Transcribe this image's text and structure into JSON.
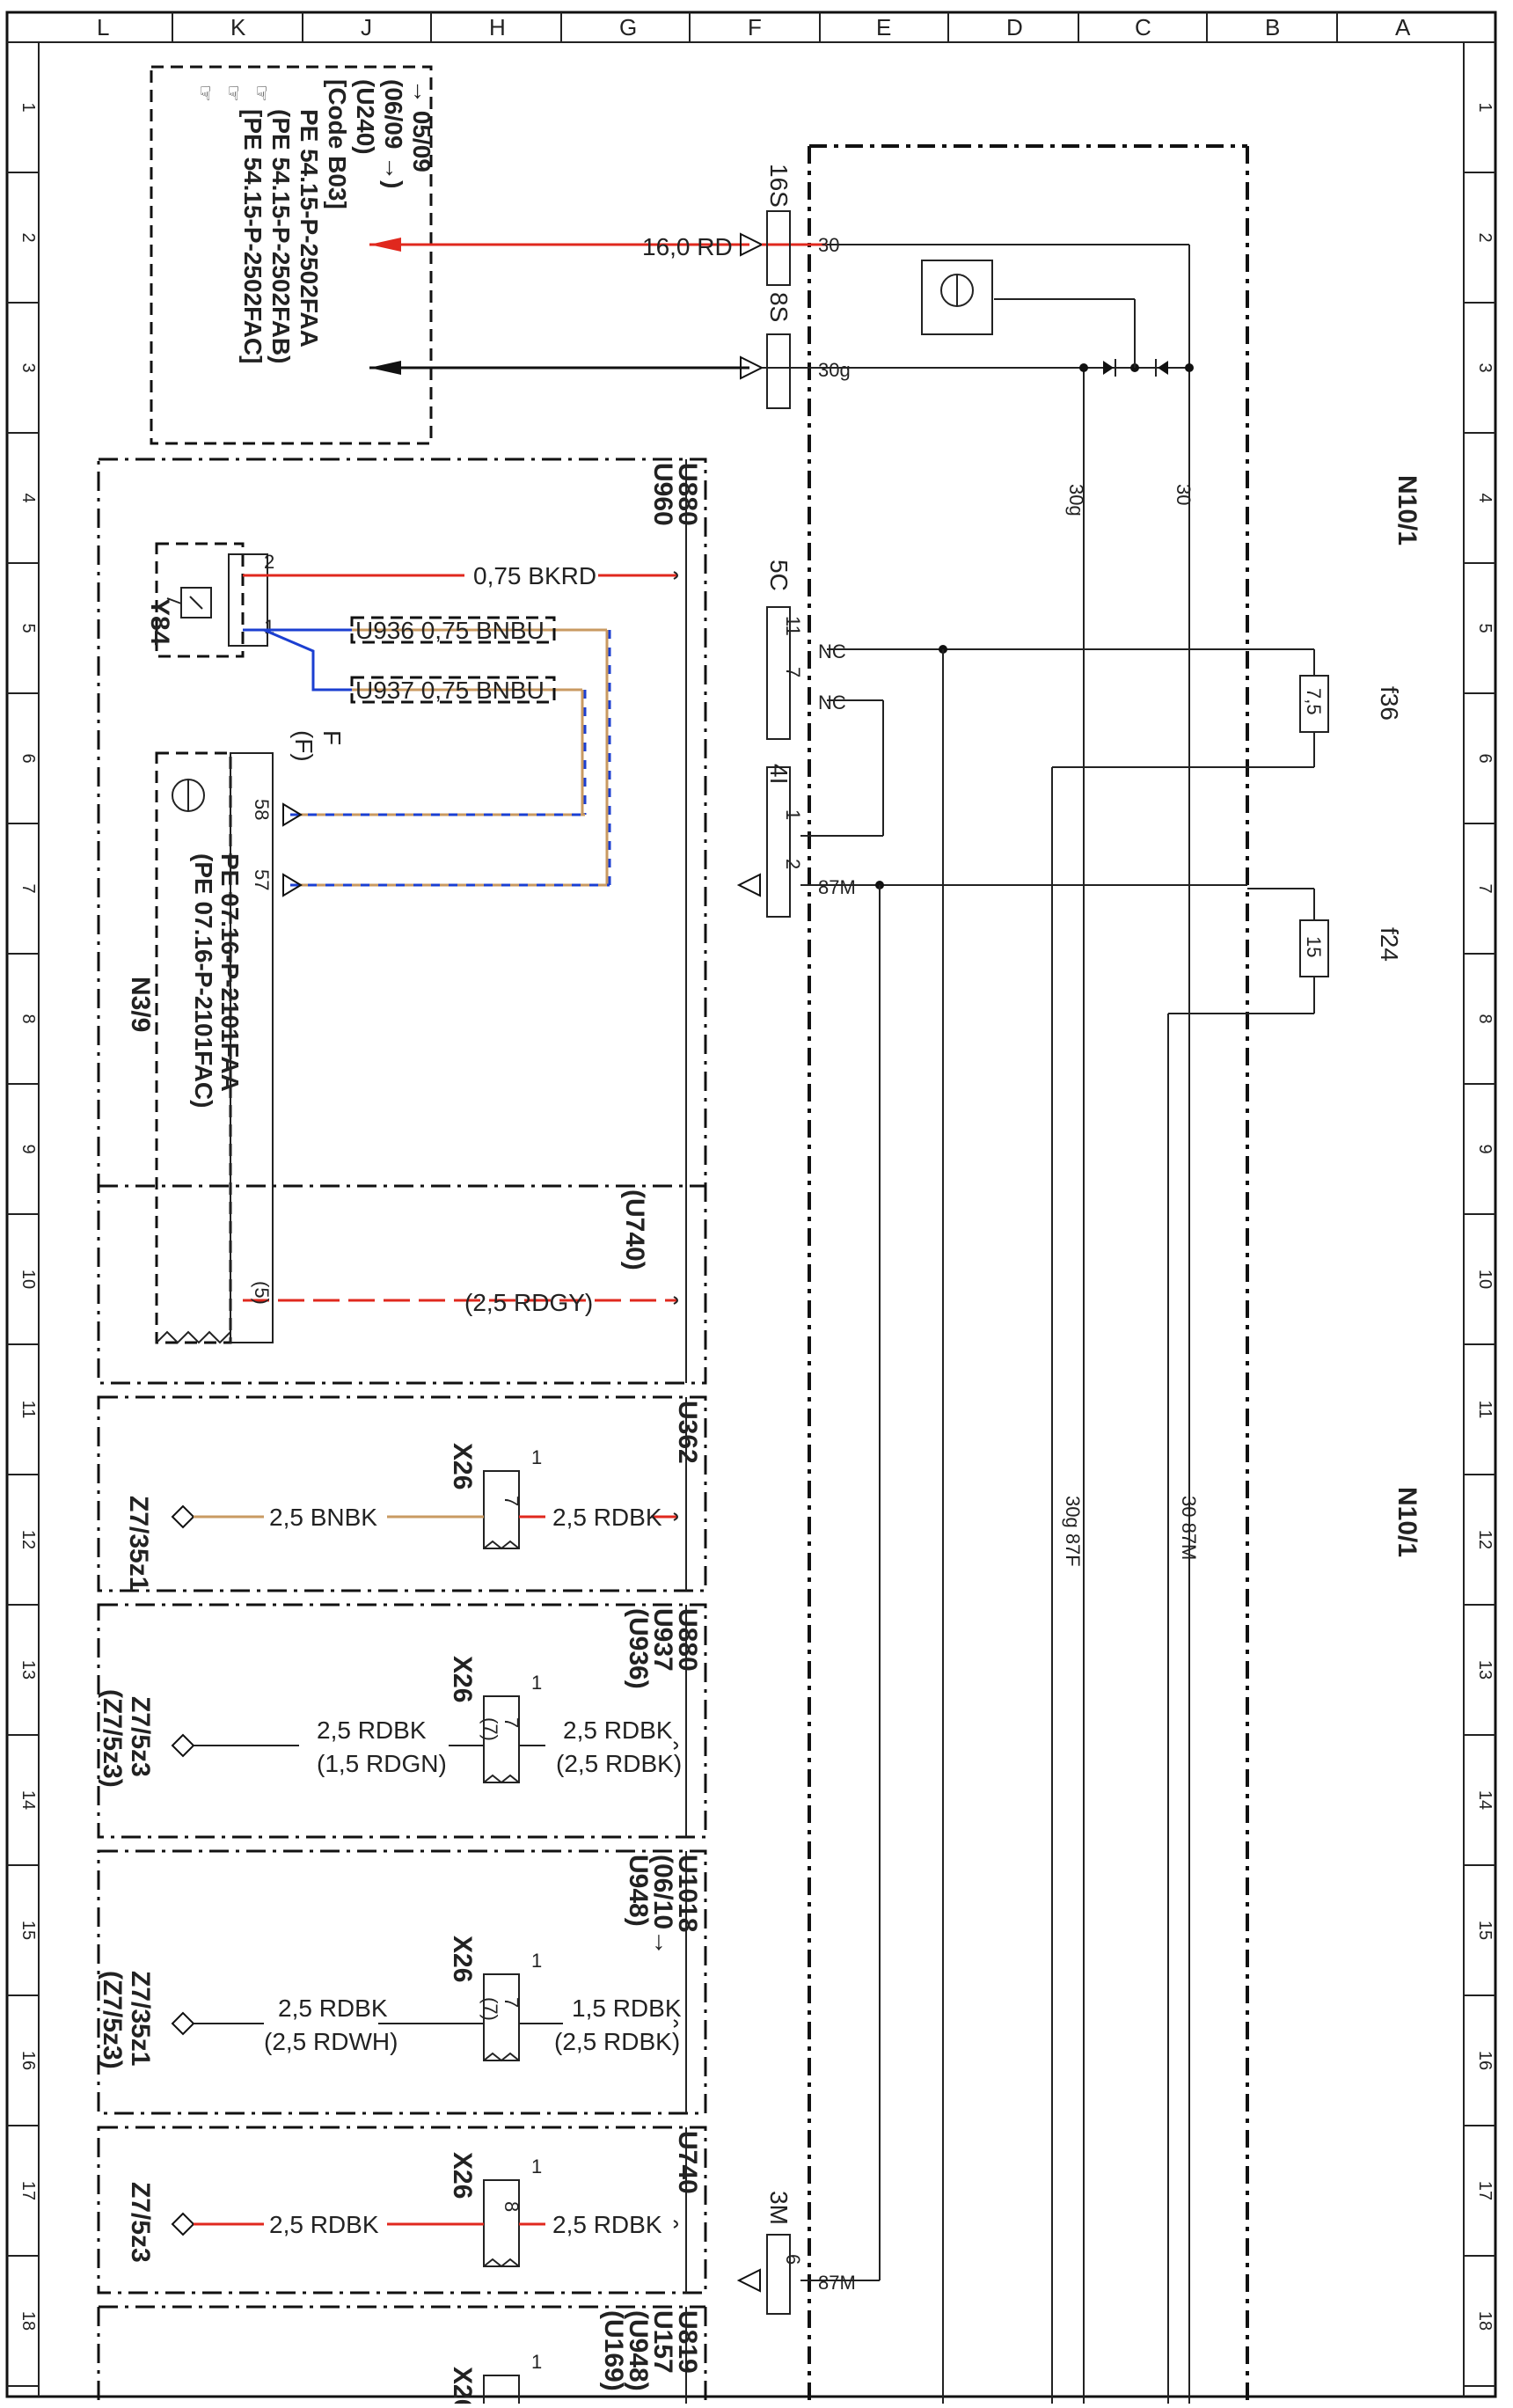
{
  "columns": [
    "L",
    "K",
    "J",
    "H",
    "G",
    "F",
    "E",
    "D",
    "C",
    "B",
    "A"
  ],
  "rows": [
    "1",
    "2",
    "3",
    "4",
    "5",
    "6",
    "7",
    "8",
    "9",
    "10",
    "11",
    "12",
    "13",
    "14",
    "15",
    "16",
    "17",
    "18"
  ],
  "module": {
    "name": "N10/1",
    "fuse1": "f36",
    "fuse1_value": "7,5",
    "fuse2": "f24",
    "fuse2_value": "15"
  },
  "notes": {
    "l1": "→ 05/09",
    "l2": "(06/09 →)",
    "l3": "(U240)",
    "l4": "[Code B03]",
    "l5": "PE 54.15-P-2502FAA",
    "l6": "(PE 54.15-P-2502FAB)",
    "l7": "[PE 54.15-P-2502FAC]"
  },
  "pins": {
    "p30": "30",
    "p30g": "30g",
    "pNC1": "NC",
    "pNC2": "NC",
    "p87M": "87M",
    "p87M2": "87M",
    "c16S": "16S",
    "c8S": "8S",
    "c5C": "5C",
    "c4I": "4I",
    "c3M": "3M",
    "n11": "11",
    "n7": "7",
    "n1": "1",
    "n2": "2",
    "n6": "6"
  },
  "wires": {
    "w1": "16,0 RD",
    "w2": "0,75 BKRD",
    "w3": "U936 0,75 BNBU",
    "w4": "U937 0,75 BNBU",
    "w5": "(2,5 RDGY)",
    "w6": "2,5 RDBK",
    "w7": "2,5 BNBK",
    "w8": "2,5 RDBK",
    "w9": "2,5 RDBK",
    "w10": "(2,5 RDBK)",
    "w11": "2,5 RDBK",
    "w12": "(1,5 RDGN)",
    "w13": "1,5 RDBK",
    "w14": "(2,5 RDBK)",
    "w15": "2,5 RDBK",
    "w16": "(2,5 RDWH)",
    "w17": "2,5 RDBK",
    "w18": "2,5 RDBK"
  },
  "vlabels": {
    "v30g": "30g",
    "v30": "30",
    "v30g87f": "30g 87F",
    "v3087m": "30 87M"
  },
  "blocks": {
    "b1": {
      "t1": "U880",
      "t2": "U960"
    },
    "y84": "Y84",
    "n39": {
      "name": "N3/9",
      "pe1": "PE 07.16-P-2101FAA",
      "pe2": "(PE 07.16-P-2101FAC)",
      "p58": "58",
      "p57": "57",
      "p5": "(5)",
      "pin1": "1",
      "pin2": "2",
      "f": "(F)",
      "f2": "F"
    },
    "u740": "(U740)",
    "u362": "U362",
    "b3": {
      "t1": "U880",
      "t2": "U937",
      "t3": "(U936)"
    },
    "b4": {
      "t1": "U1018",
      "t2": "(06/10→",
      "t3": "U948)"
    },
    "u740b": "U740",
    "b6": {
      "t1": "U819",
      "t2": "U157",
      "t3": "(U948)",
      "t4": "(U169)"
    },
    "x26": "X26",
    "z1": "Z7/35z1",
    "z2": "Z7/5z3",
    "z2b": "(Z7/5z3)",
    "z3": "Z7/35z1",
    "z3b": "(Z7/5z3)",
    "z4": "Z7/5z3",
    "pin1": "1",
    "pin7": "7",
    "pin7b": "(7)",
    "pin8": "8"
  }
}
